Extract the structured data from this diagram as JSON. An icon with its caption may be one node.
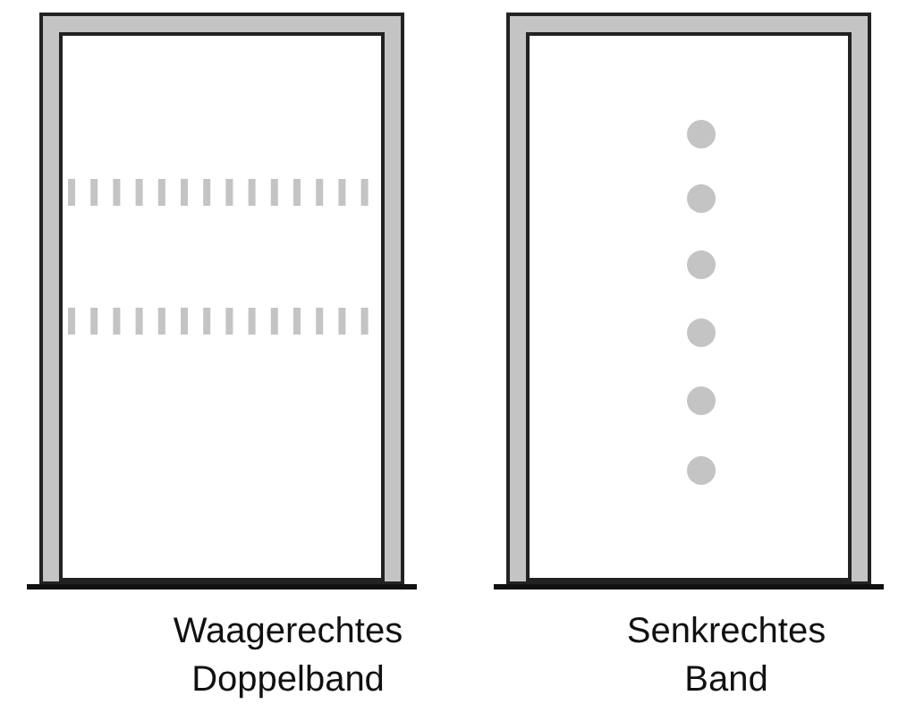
{
  "diagram": {
    "nodes": [
      {
        "text": [],
        "shape": "box",
        "beside": [
          "Waagerechtes Doppelband"
        ]
      },
      {
        "text": [],
        "shape": "box",
        "beside": [
          "Senkrechtes Band"
        ]
      }
    ]
  }
}
